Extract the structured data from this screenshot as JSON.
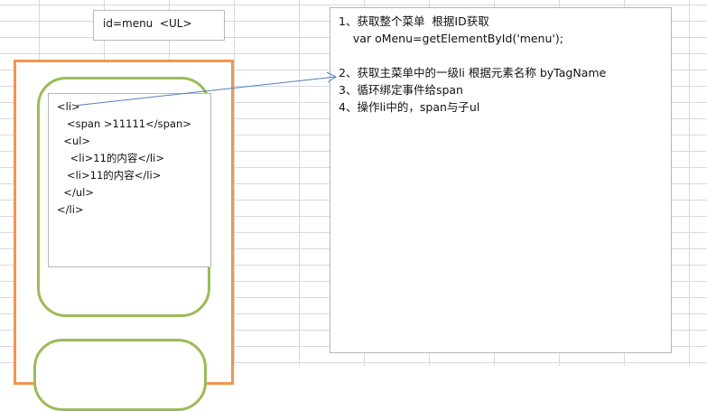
{
  "id_box": {
    "text": "id=menu  <UL>"
  },
  "code_box": {
    "lines": [
      "<li>",
      "   <span >11111</span>",
      "  <ul>",
      "    <li>11的内容</li>",
      "   <li>11的内容</li>",
      "  </ul>",
      "</li>"
    ]
  },
  "notes_box": {
    "lines": [
      "1、获取整个菜单  根据ID获取",
      "    var oMenu=getElementById('menu');",
      "",
      "2、获取主菜单中的一级li 根据元素名称 byTagName",
      "3、循环绑定事件给span",
      "4、操作li中的，span与子ul"
    ]
  },
  "colors": {
    "outer_border": "#f0964e",
    "item_border": "#9bbb59",
    "arrow": "#4f81bd"
  }
}
